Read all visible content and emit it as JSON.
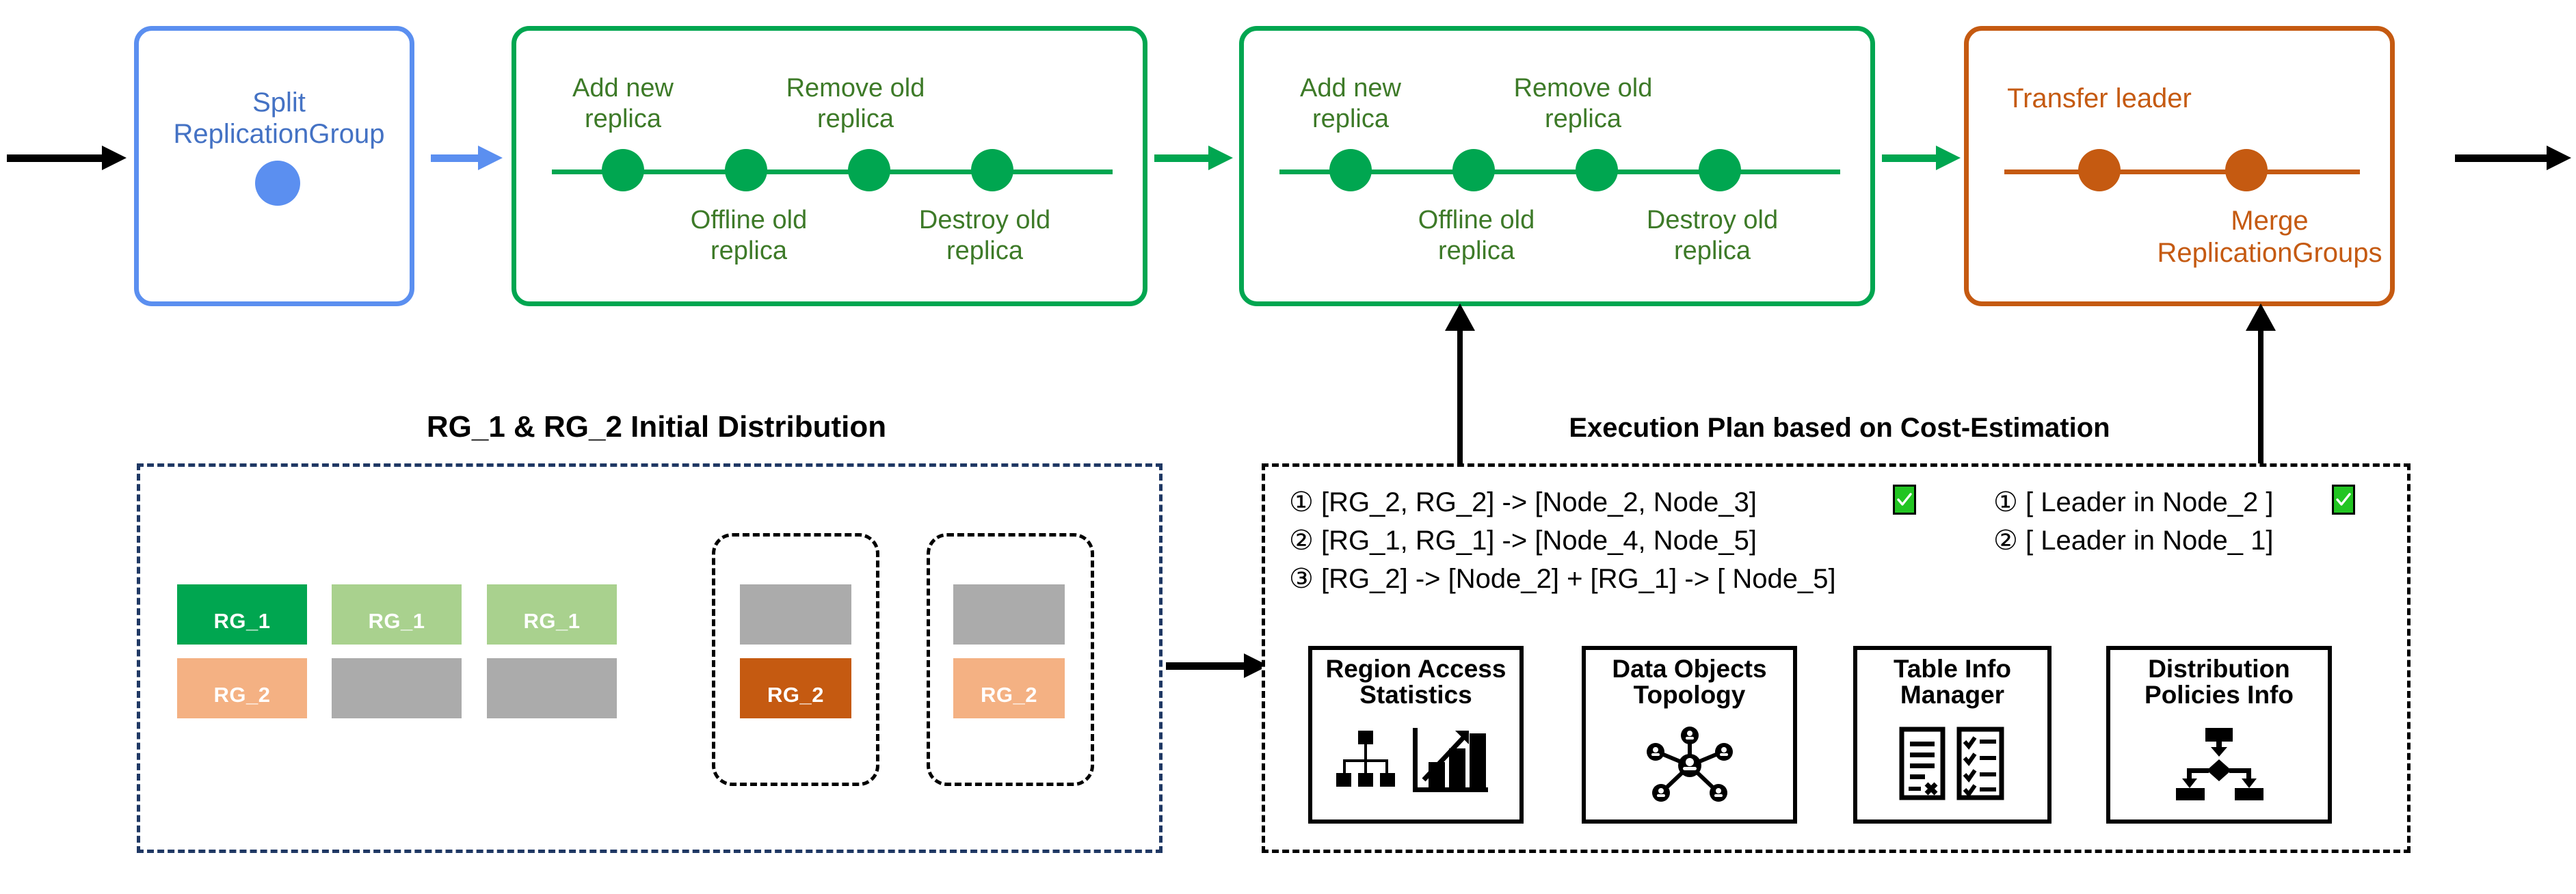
{
  "diagram": {
    "title": "Replication group split / merge execution pipeline",
    "colors": {
      "blue": "#5B8FF0",
      "blue_text": "#4472C4",
      "green": "#00A650",
      "green_text": "#3D7A28",
      "orange": "#C55A11",
      "navy_dash": "#1F3864",
      "check_green": "#22C522",
      "rg1_dark": "#00A650",
      "rg1_light": "#A9D18E",
      "rg2_dark": "#C55A11",
      "rg2_light": "#F4B183",
      "grey": "#ABABAB"
    }
  },
  "pipeline": {
    "stages": [
      {
        "id": "split",
        "accent": "#5B8FF0",
        "labels_above": [
          "Split\nReplicationGroup"
        ],
        "labels_below": [],
        "dots": 1
      },
      {
        "id": "rebalance-1",
        "accent": "#00A650",
        "labels_above": [
          "Add new\nreplica",
          "Remove old\nreplica"
        ],
        "labels_below": [
          "Offline  old\nreplica",
          "Destroy old\nreplica"
        ],
        "dots": 4
      },
      {
        "id": "rebalance-2",
        "accent": "#00A650",
        "labels_above": [
          "Add new\nreplica",
          "Remove old\nreplica"
        ],
        "labels_below": [
          "Offline  old\nreplica",
          "Destroy old\nreplica"
        ],
        "dots": 4
      },
      {
        "id": "merge",
        "accent": "#C55A11",
        "labels_above": [
          "Transfer leader"
        ],
        "labels_below": [
          "Merge\nReplicationGroups"
        ],
        "dots": 2
      }
    ],
    "stage1_label_line1": "Split",
    "stage1_label_line2": "ReplicationGroup",
    "green_above_1": "Add new",
    "green_above_1b": "replica",
    "green_above_2": "Remove old",
    "green_above_2b": "replica",
    "green_below_1": "Offline  old",
    "green_below_1b": "replica",
    "green_below_2": "Destroy old",
    "green_below_2b": "replica",
    "orange_above": "Transfer leader",
    "orange_below_1": "Merge",
    "orange_below_2": "ReplicationGroups"
  },
  "left_panel": {
    "title": "RG_1 & RG_2 Initial Distribution",
    "grid": [
      [
        {
          "label": "RG_1",
          "color": "#00A650",
          "kind": "rg1-dark"
        },
        {
          "label": "RG_1",
          "color": "#A9D18E",
          "kind": "rg1-light"
        },
        {
          "label": "RG_1",
          "color": "#A9D18E",
          "kind": "rg1-light"
        }
      ],
      [
        {
          "label": "RG_2",
          "color": "#F4B183",
          "kind": "rg2-light"
        },
        {
          "label": "",
          "color": "#ABABAB",
          "kind": "empty"
        },
        {
          "label": "",
          "color": "#ABABAB",
          "kind": "empty"
        }
      ]
    ],
    "highlighted_nodes": [
      {
        "top": {
          "label": "",
          "color": "#ABABAB",
          "kind": "empty"
        },
        "bottom": {
          "label": "RG_2",
          "color": "#C55A11",
          "kind": "rg2-dark"
        }
      },
      {
        "top": {
          "label": "",
          "color": "#ABABAB",
          "kind": "empty"
        },
        "bottom": {
          "label": "RG_2",
          "color": "#F4B183",
          "kind": "rg2-light"
        }
      }
    ]
  },
  "right_panel": {
    "title": "Execution Plan based on Cost-Estimation",
    "plan_left": [
      {
        "num": "①",
        "text": "[RG_2, RG_2] ->  [Node_2, Node_3]",
        "selected": true
      },
      {
        "num": "②",
        "text": "[RG_1, RG_1] ->  [Node_4, Node_5]",
        "selected": false
      },
      {
        "num": "③",
        "text": "[RG_2] -> [Node_2] + [RG_1] -> [ Node_5]",
        "selected": false
      }
    ],
    "plan_right": [
      {
        "num": "①",
        "text": "[ Leader in Node_2 ]",
        "selected": true
      },
      {
        "num": "②",
        "text": "[ Leader in Node_ 1]",
        "selected": false
      }
    ],
    "cards": [
      {
        "id": "region-access-statistics",
        "line1": "Region Access",
        "line2": "Statistics",
        "icon": "org-chart-and-bar-chart-icon"
      },
      {
        "id": "data-objects-topology",
        "line1": "Data Objects",
        "line2": "Topology",
        "icon": "network-topology-icon"
      },
      {
        "id": "table-info-manager",
        "line1": "Table Info",
        "line2": "Manager",
        "icon": "document-and-checklist-icon"
      },
      {
        "id": "distribution-policies-info",
        "line1": "Distribution",
        "line2": "Policies Info",
        "icon": "flowchart-icon"
      }
    ]
  }
}
